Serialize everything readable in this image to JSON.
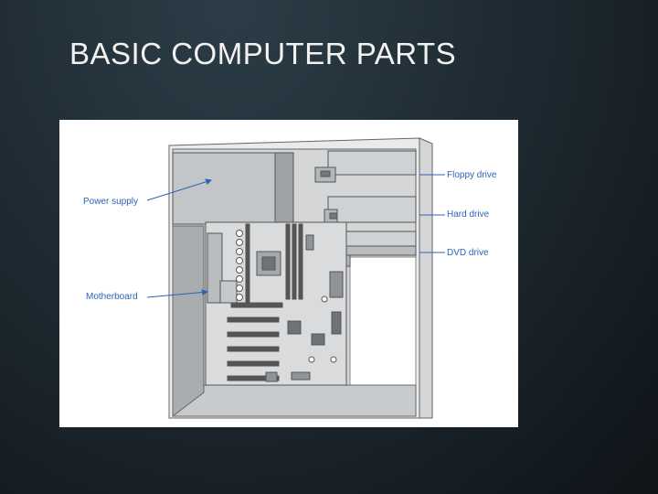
{
  "slide": {
    "title": "BASIC COMPUTER PARTS"
  },
  "diagram": {
    "labels": {
      "power_supply": "Power supply",
      "motherboard": "Motherboard",
      "floppy_drive": "Floppy drive",
      "hard_drive": "Hard drive",
      "dvd_drive": "DVD drive"
    },
    "colors": {
      "callout": "#2b63b7",
      "case_gray": "#c9ccce",
      "panel_gray": "#bfc3c6",
      "outline": "#555555"
    }
  }
}
